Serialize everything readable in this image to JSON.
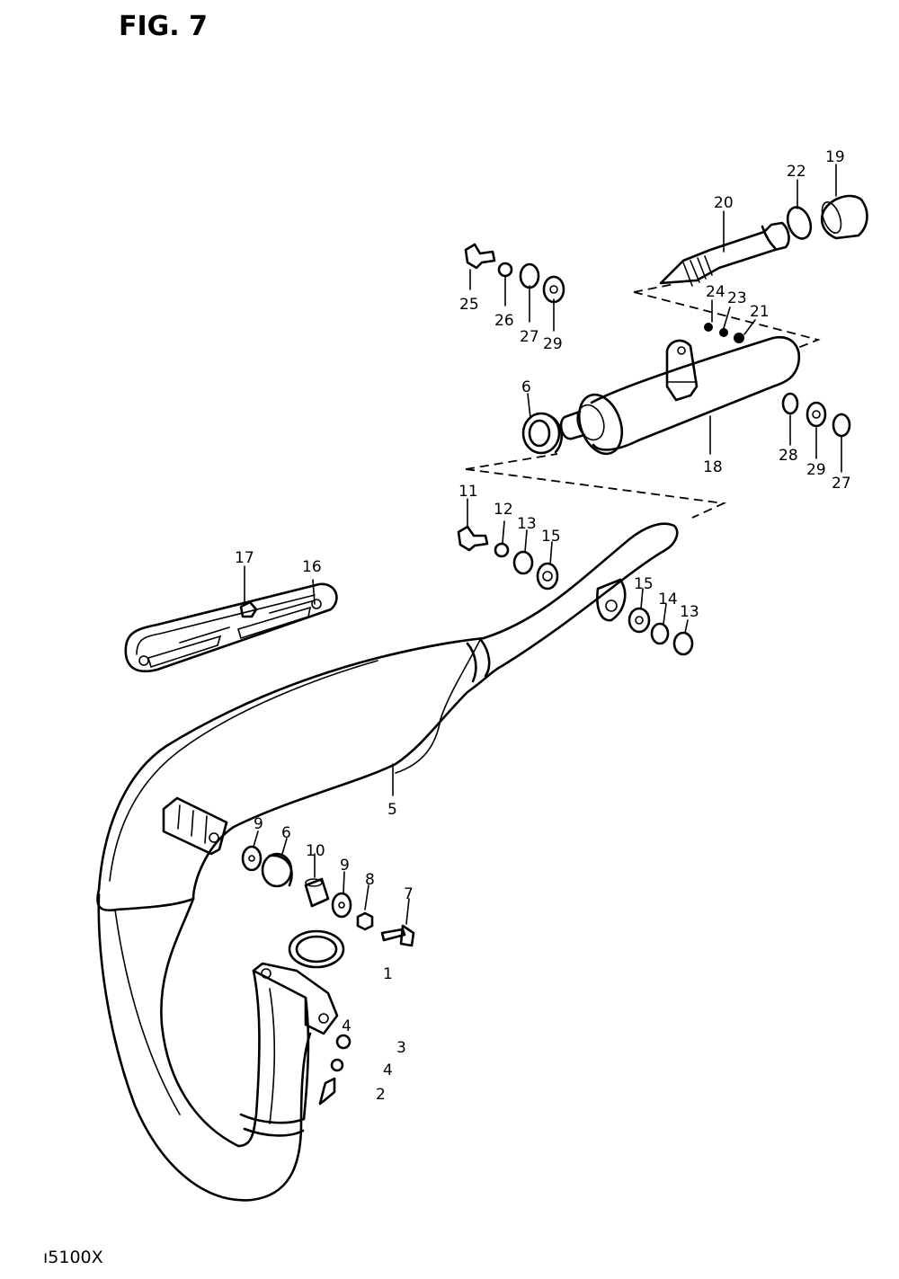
{
  "figure": {
    "title": "FIG. 7",
    "footer": "ı5100X"
  },
  "callouts": {
    "c1": "1",
    "c2": "2",
    "c3": "3",
    "c4a": "4",
    "c4b": "4",
    "c5": "5",
    "c6a": "6",
    "c6b": "6",
    "c7": "7",
    "c8": "8",
    "c9a": "9",
    "c9b": "9",
    "c10": "10",
    "c11": "11",
    "c12": "12",
    "c13a": "13",
    "c13b": "13",
    "c14": "14",
    "c15a": "15",
    "c15b": "15",
    "c16": "16",
    "c17": "17",
    "c18": "18",
    "c19": "19",
    "c20": "20",
    "c21": "21",
    "c22": "22",
    "c23": "23",
    "c24": "24",
    "c25": "25",
    "c26": "26",
    "c27a": "27",
    "c27b": "27",
    "c28": "28",
    "c29a": "29",
    "c29b": "29"
  }
}
